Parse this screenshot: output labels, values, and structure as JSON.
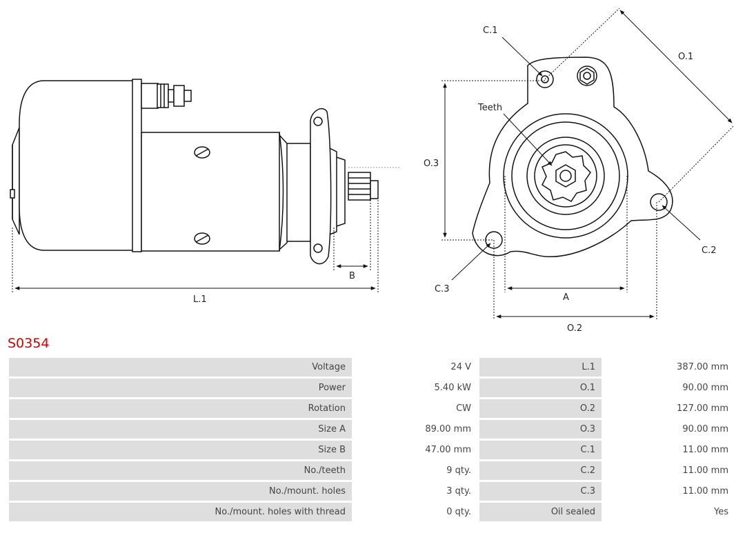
{
  "part_number": "S0354",
  "diagram": {
    "labels": {
      "l1": "L.1",
      "b": "B",
      "a": "A",
      "o1": "O.1",
      "o2": "O.2",
      "o3": "O.3",
      "c1": "C.1",
      "c2": "C.2",
      "c3": "C.3",
      "teeth": "Teeth"
    }
  },
  "specs": [
    {
      "label": "Voltage",
      "value": "24 V",
      "label2": "L.1",
      "value2": "387.00 mm"
    },
    {
      "label": "Power",
      "value": "5.40 kW",
      "label2": "O.1",
      "value2": "90.00 mm"
    },
    {
      "label": "Rotation",
      "value": "CW",
      "label2": "O.2",
      "value2": "127.00 mm"
    },
    {
      "label": "Size A",
      "value": "89.00 mm",
      "label2": "O.3",
      "value2": "90.00 mm"
    },
    {
      "label": "Size B",
      "value": "47.00 mm",
      "label2": "C.1",
      "value2": "11.00 mm"
    },
    {
      "label": "No./teeth",
      "value": "9 qty.",
      "label2": "C.2",
      "value2": "11.00 mm"
    },
    {
      "label": "No./mount. holes",
      "value": "3 qty.",
      "label2": "C.3",
      "value2": "11.00 mm"
    },
    {
      "label": "No./mount. holes with thread",
      "value": "0 qty.",
      "label2": "Oil sealed",
      "value2": "Yes"
    }
  ]
}
